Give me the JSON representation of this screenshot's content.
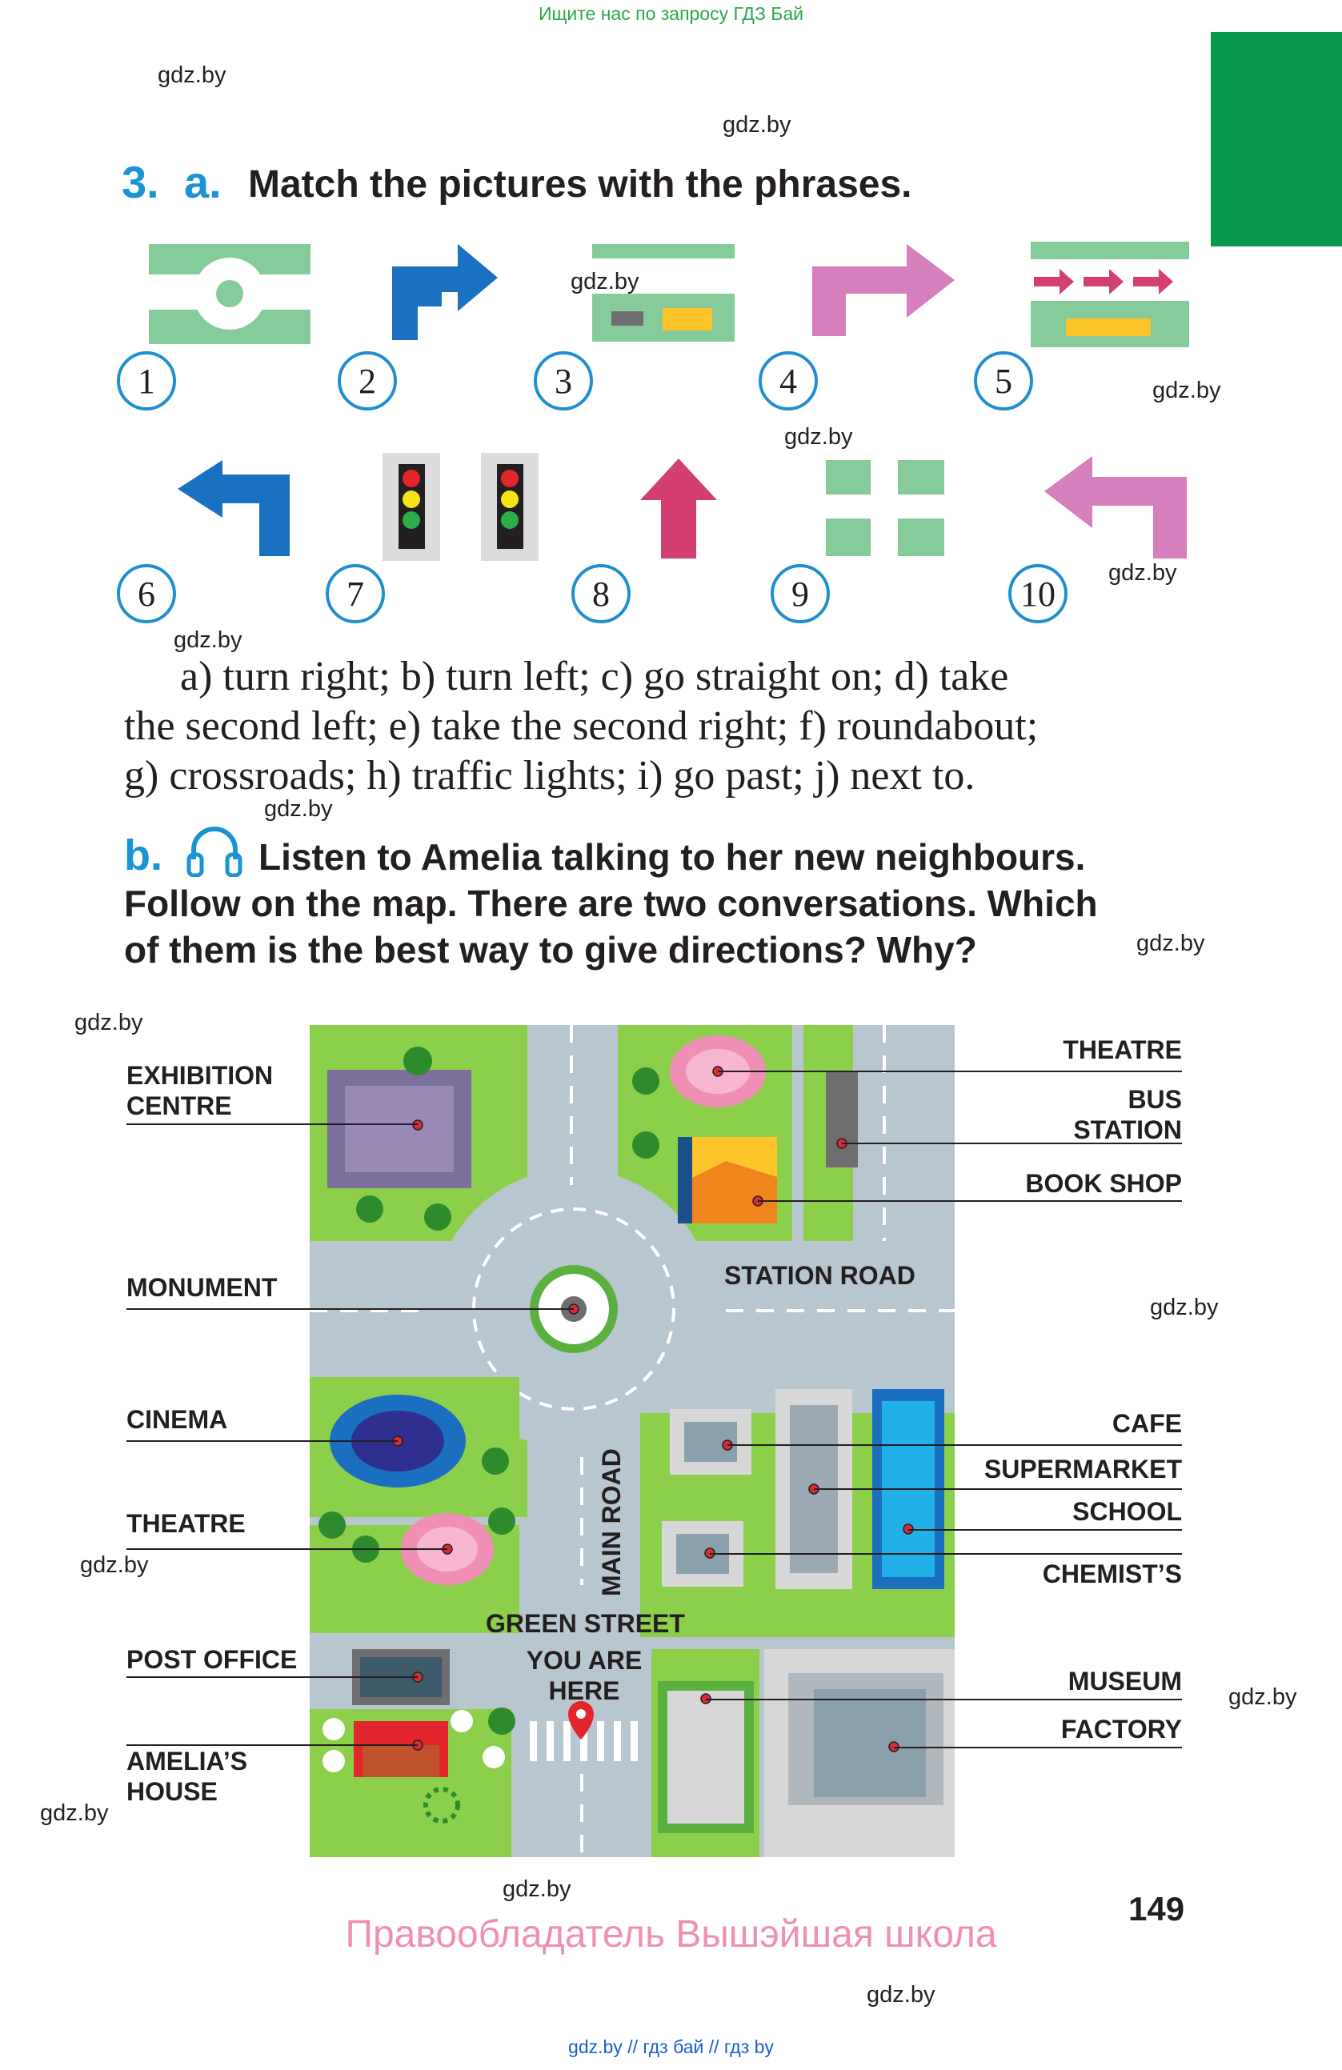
{
  "top_banner": "Ищите нас по запросу ГДЗ Бай",
  "watermark": "gdz.by",
  "exercise": {
    "number": "3.",
    "part_a": "a.",
    "instruction_a": "Match the pictures with the phrases.",
    "picture_numbers": [
      "1",
      "2",
      "3",
      "4",
      "5",
      "6",
      "7",
      "8",
      "9",
      "10"
    ],
    "phrases_line1": "a) turn right; b) turn left; c) go straight on; d) take",
    "phrases_line2": "the second left; e) take the second right; f) roundabout;",
    "phrases_line3": "g) crossroads; h) traffic lights; i) go past; j) next to.",
    "part_b": "b.",
    "instruction_b_line1": "Listen to Amelia talking to her new neighbours.",
    "instruction_b_line2": "Follow on the map. There are two conversations. Which",
    "instruction_b_line3": "of them is the best way to give directions? Why?"
  },
  "map": {
    "left_labels": {
      "exhibition_1": "EXHIBITION",
      "exhibition_2": "CENTRE",
      "monument": "MONUMENT",
      "cinema": "CINEMA",
      "theatre": "THEATRE",
      "post_office": "POST OFFICE",
      "amelia_1": "AMELIA’S",
      "amelia_2": "HOUSE"
    },
    "right_labels": {
      "theatre": "THEATRE",
      "bus_1": "BUS",
      "bus_2": "STATION",
      "book_shop": "BOOK SHOP",
      "cafe": "CAFE",
      "supermarket": "SUPERMARKET",
      "school": "SCHOOL",
      "chemists": "CHEMIST’S",
      "museum": "MUSEUM",
      "factory": "FACTORY"
    },
    "street_labels": {
      "station_road": "STATION ROAD",
      "main_road": "MAIN ROAD",
      "green_street": "GREEN STREET",
      "you_are_1": "YOU ARE",
      "you_are_2": "HERE"
    }
  },
  "page_number": "149",
  "copyright": "Правообладатель Вышэйшая школа",
  "bottom_links": "gdz.by  //  гдз бай  //  гдз by"
}
